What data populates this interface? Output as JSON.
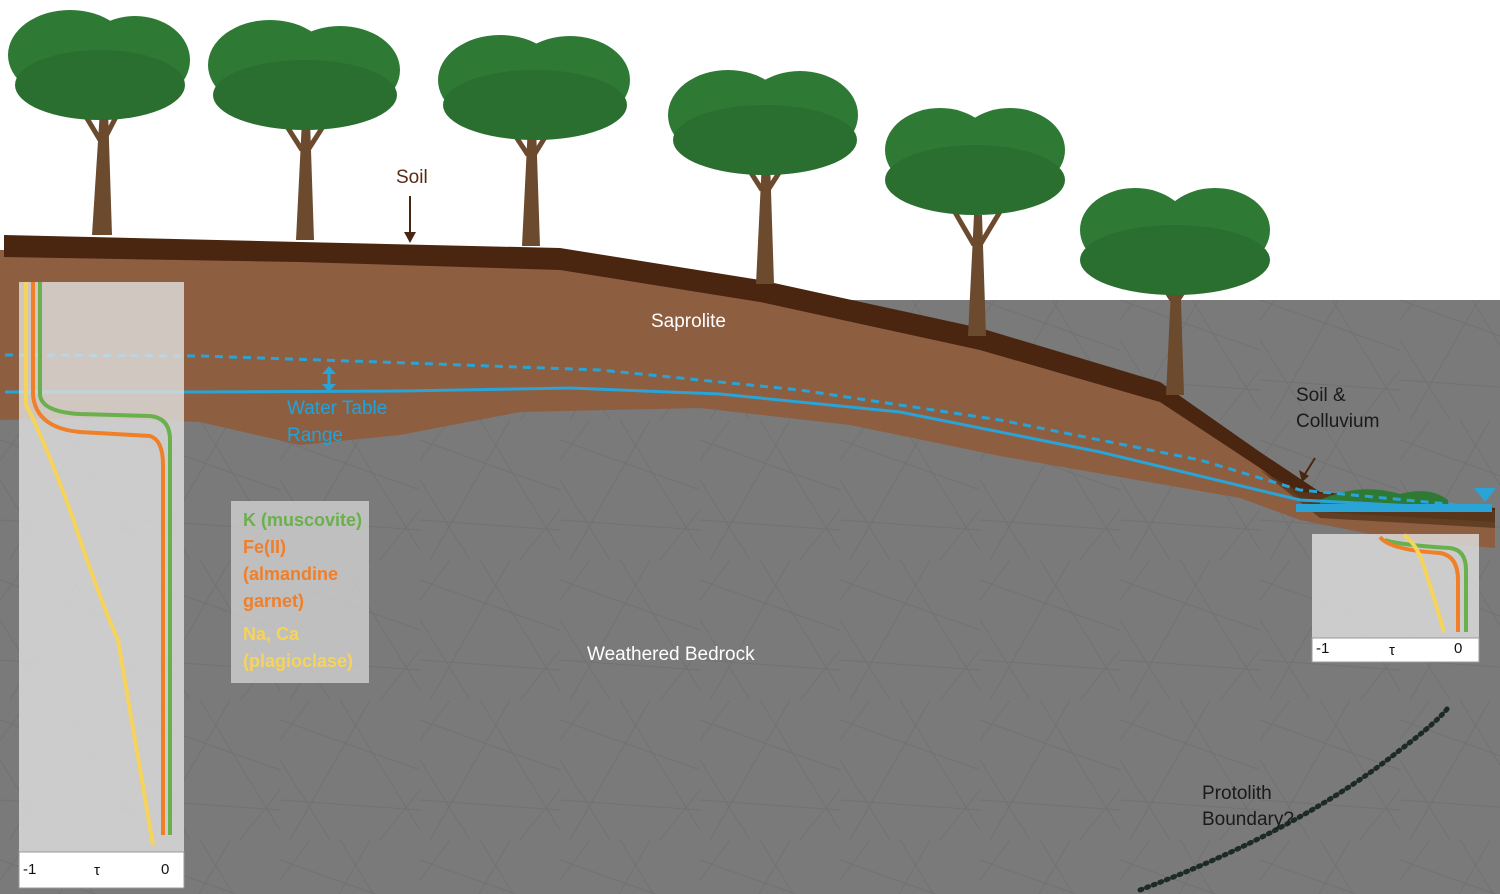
{
  "labels": {
    "soil": "Soil",
    "saprolite": "Saprolite",
    "water_table_line1": "Water Table",
    "water_table_line2": "Range",
    "soil_colluvium_line1": "Soil &",
    "soil_colluvium_line2": "Colluvium",
    "weathered_bedrock": "Weathered Bedrock",
    "protolith_line1": "Protolith",
    "protolith_line2": "Boundary?"
  },
  "legend": [
    {
      "lines": [
        "K (muscovite)"
      ],
      "color": "#6ab04c"
    },
    {
      "lines": [
        "Fe(II)",
        "(almandine",
        "garnet)"
      ],
      "color": "#f07f2a"
    },
    {
      "lines": [
        "Na, Ca",
        "(plagioclase)"
      ],
      "color": "#f6d35a"
    }
  ],
  "left_profile": {
    "axis_min": "-1",
    "axis_symbol": "τ",
    "axis_max": "0"
  },
  "right_profile": {
    "axis_min": "-1",
    "axis_symbol": "τ",
    "axis_max": "0"
  },
  "colors": {
    "soil": "#4a2510",
    "saprolite": "#8e5e41",
    "bedrock": "#7a7a7a",
    "water": "#2aa3d6",
    "tree_canopy": "#2e7a34",
    "tree_trunk": "#6b4a2e"
  },
  "icons": {
    "water_level": "inverted-triangle"
  }
}
